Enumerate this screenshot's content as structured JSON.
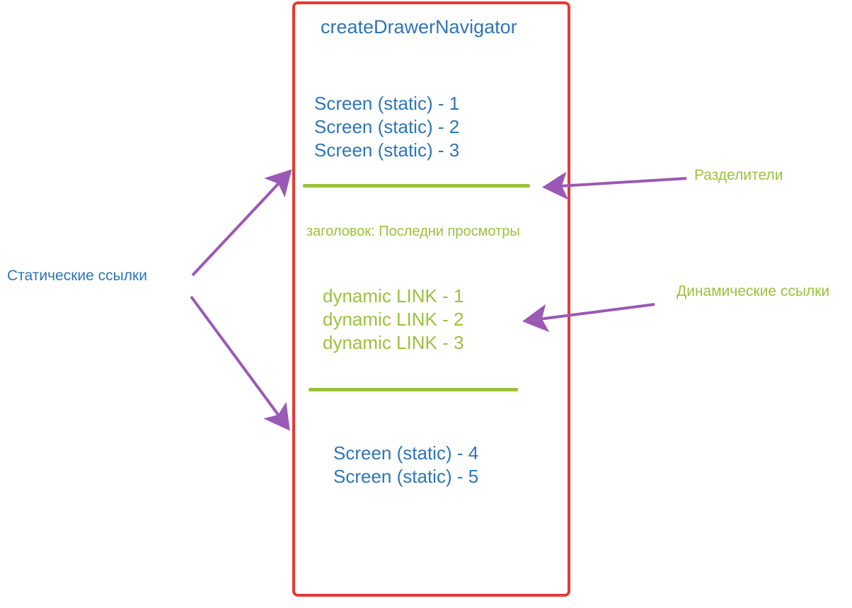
{
  "colors": {
    "frame": "#e53935",
    "static_text": "#2e75b6",
    "dynamic_text": "#9bc23c",
    "divider": "#9bc23c",
    "arrow": "#9b59b6"
  },
  "drawer": {
    "title": "createDrawerNavigator",
    "static_links_top": [
      "Screen (static) - 1",
      "Screen (static) - 2",
      "Screen (static) - 3"
    ],
    "section_header": "заголовок: Последни просмотры",
    "dynamic_links": [
      "dynamic LINK - 1",
      "dynamic LINK - 2",
      "dynamic LINK - 3"
    ],
    "static_links_bottom": [
      "Screen (static) - 4",
      "Screen (static) - 5"
    ]
  },
  "annotations": {
    "static_links": "Статические ссылки",
    "separators": "Разделители",
    "dynamic_links": "Динамические ссылки"
  }
}
